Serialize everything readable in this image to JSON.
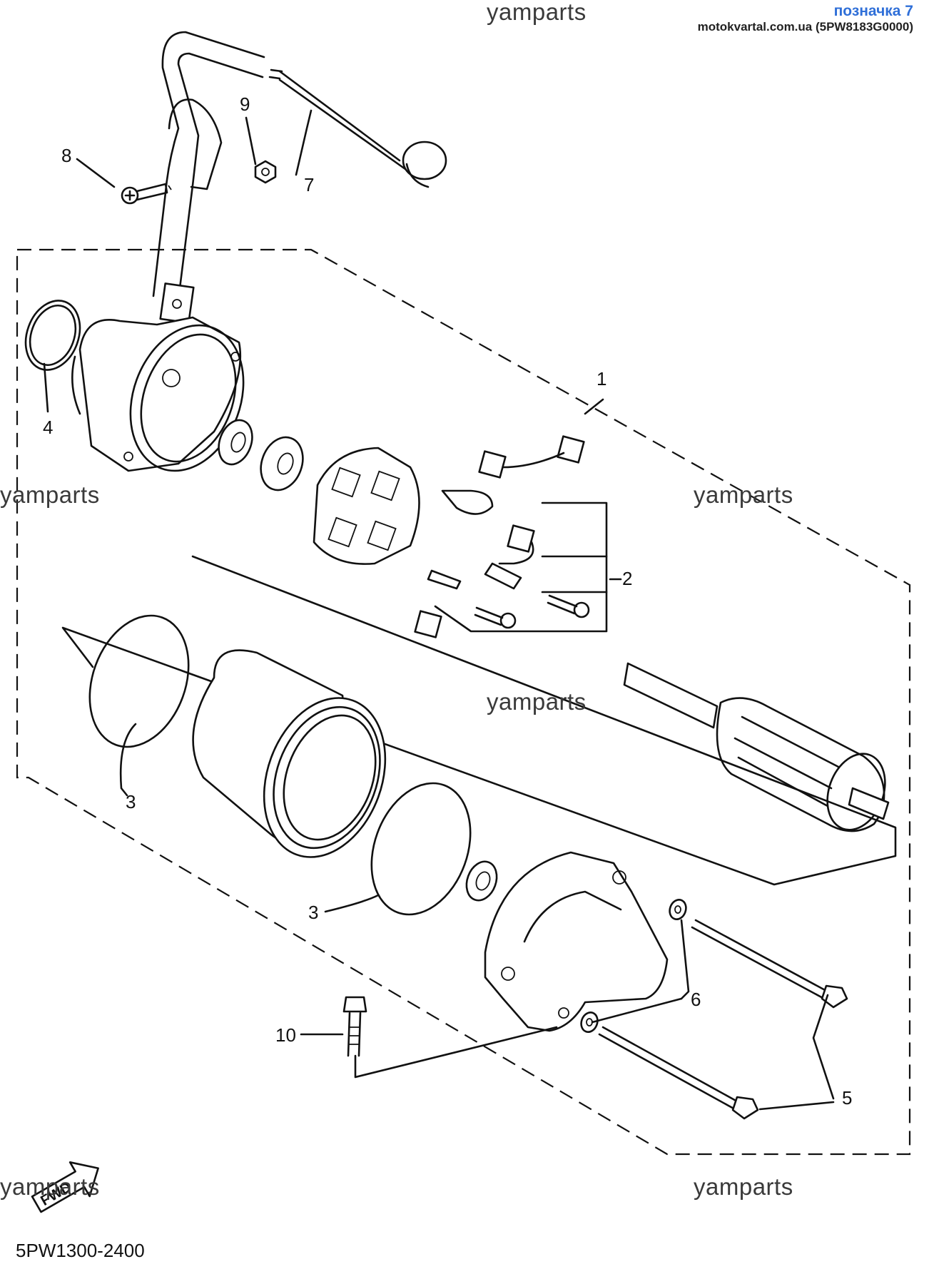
{
  "header": {
    "tag": "позначка 7",
    "source": "motokvartal.com.ua (5PW8183G0000)"
  },
  "watermark": "yamparts",
  "diagram_code": "5PW1300-2400",
  "fwd_label": "FWD",
  "callouts": {
    "c1": "1",
    "c2": "2",
    "c3a": "3",
    "c3b": "3",
    "c4": "4",
    "c5": "5",
    "c6": "6",
    "c7": "7",
    "c8": "8",
    "c9": "9",
    "c10": "10"
  },
  "colors": {
    "tag": "#2f6fd8",
    "ink": "#111111",
    "watermark": "#3a3a3a"
  }
}
